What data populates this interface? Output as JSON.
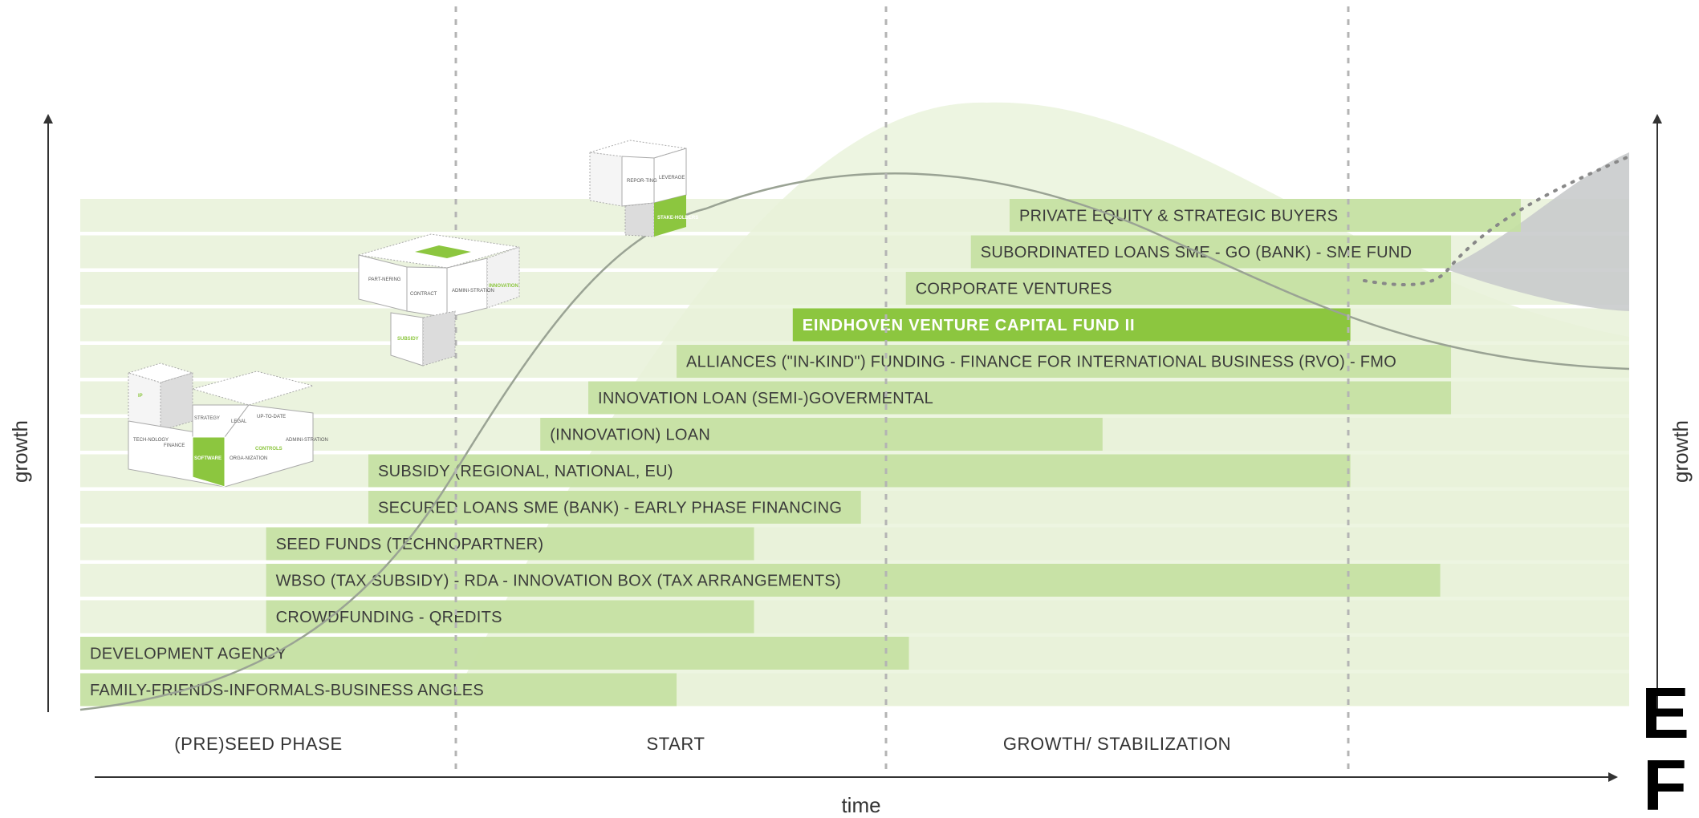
{
  "colors": {
    "row_background": "#e7f1d8",
    "bar": "#c4e1a2",
    "bar_highlight": "#8cc63f",
    "curve": "#9aa394",
    "growth_area": "#eaf3dc",
    "gray_area": "#c9cbcc",
    "divider": "#b4b4b4",
    "axis": "#333333"
  },
  "axes": {
    "x_label": "time",
    "y_label_left": "growth",
    "y_label_right": "growth"
  },
  "phases": [
    {
      "label": "(PRE)SEED PHASE"
    },
    {
      "label": "START"
    },
    {
      "label": "GROWTH/ STABILIZATION"
    }
  ],
  "bars": [
    {
      "label": "PRIVATE EQUITY & STRATEGIC BUYERS",
      "start": 0.6,
      "end": 0.93,
      "highlight": false
    },
    {
      "label": "SUBORDINATED LOANS SME - GO (BANK) - SME FUND",
      "start": 0.575,
      "end": 0.885,
      "highlight": false
    },
    {
      "label": "CORPORATE VENTURES",
      "start": 0.533,
      "end": 0.885,
      "highlight": false
    },
    {
      "label": "EINDHOVEN VENTURE CAPITAL FUND II",
      "start": 0.46,
      "end": 0.82,
      "highlight": true
    },
    {
      "label": "ALLIANCES (\"IN-KIND\") FUNDING - FINANCE FOR INTERNATIONAL BUSINESS (RVO) - FMO",
      "start": 0.385,
      "end": 0.885,
      "highlight": false
    },
    {
      "label": "INNOVATION LOAN (SEMI-)GOVERMENTAL",
      "start": 0.328,
      "end": 0.885,
      "highlight": false
    },
    {
      "label": "(INNOVATION) LOAN",
      "start": 0.297,
      "end": 0.66,
      "highlight": false
    },
    {
      "label": "SUBSIDY (REGIONAL, NATIONAL, EU)",
      "start": 0.186,
      "end": 0.82,
      "highlight": false
    },
    {
      "label": "SECURED LOANS SME (BANK) - EARLY PHASE FINANCING",
      "start": 0.186,
      "end": 0.504,
      "highlight": false
    },
    {
      "label": "SEED FUNDS (TECHNOPARTNER)",
      "start": 0.12,
      "end": 0.435,
      "highlight": false
    },
    {
      "label": "WBSO (TAX SUBSIDY) - RDA - INNOVATION BOX (TAX ARRANGEMENTS)",
      "start": 0.12,
      "end": 0.878,
      "highlight": false
    },
    {
      "label": "CROWDFUNDING - QREDITS",
      "start": 0.12,
      "end": 0.435,
      "highlight": false
    },
    {
      "label": "DEVELOPMENT AGENCY",
      "start": 0.0,
      "end": 0.535,
      "highlight": false
    },
    {
      "label": "FAMILY-FRIENDS-INFORMALS-BUSINESS ANGLES",
      "start": 0.0,
      "end": 0.385,
      "highlight": false
    }
  ],
  "cubes": {
    "first": {
      "labels": [
        "IP",
        "TECH-NOLOGY",
        "FINANCE",
        "STRATEGY",
        "LEGAL",
        "UP-TO-DATE",
        "ORGA-NIZATION",
        "CONTROLS",
        "ADMINI-STRATION"
      ],
      "highlight_label": "SOFTWARE"
    },
    "second": {
      "labels": [
        "PART-NERING",
        "CONTRACT",
        "ADMINI-STRATION",
        "INNOVATION"
      ],
      "highlight_label": "SUBSIDY"
    },
    "third": {
      "labels": [
        "REPOR-TING",
        "LEVERAGE"
      ],
      "highlight_label": "STAKE-HOLDERS"
    }
  },
  "logo": {
    "letters": [
      "E",
      "F"
    ]
  }
}
